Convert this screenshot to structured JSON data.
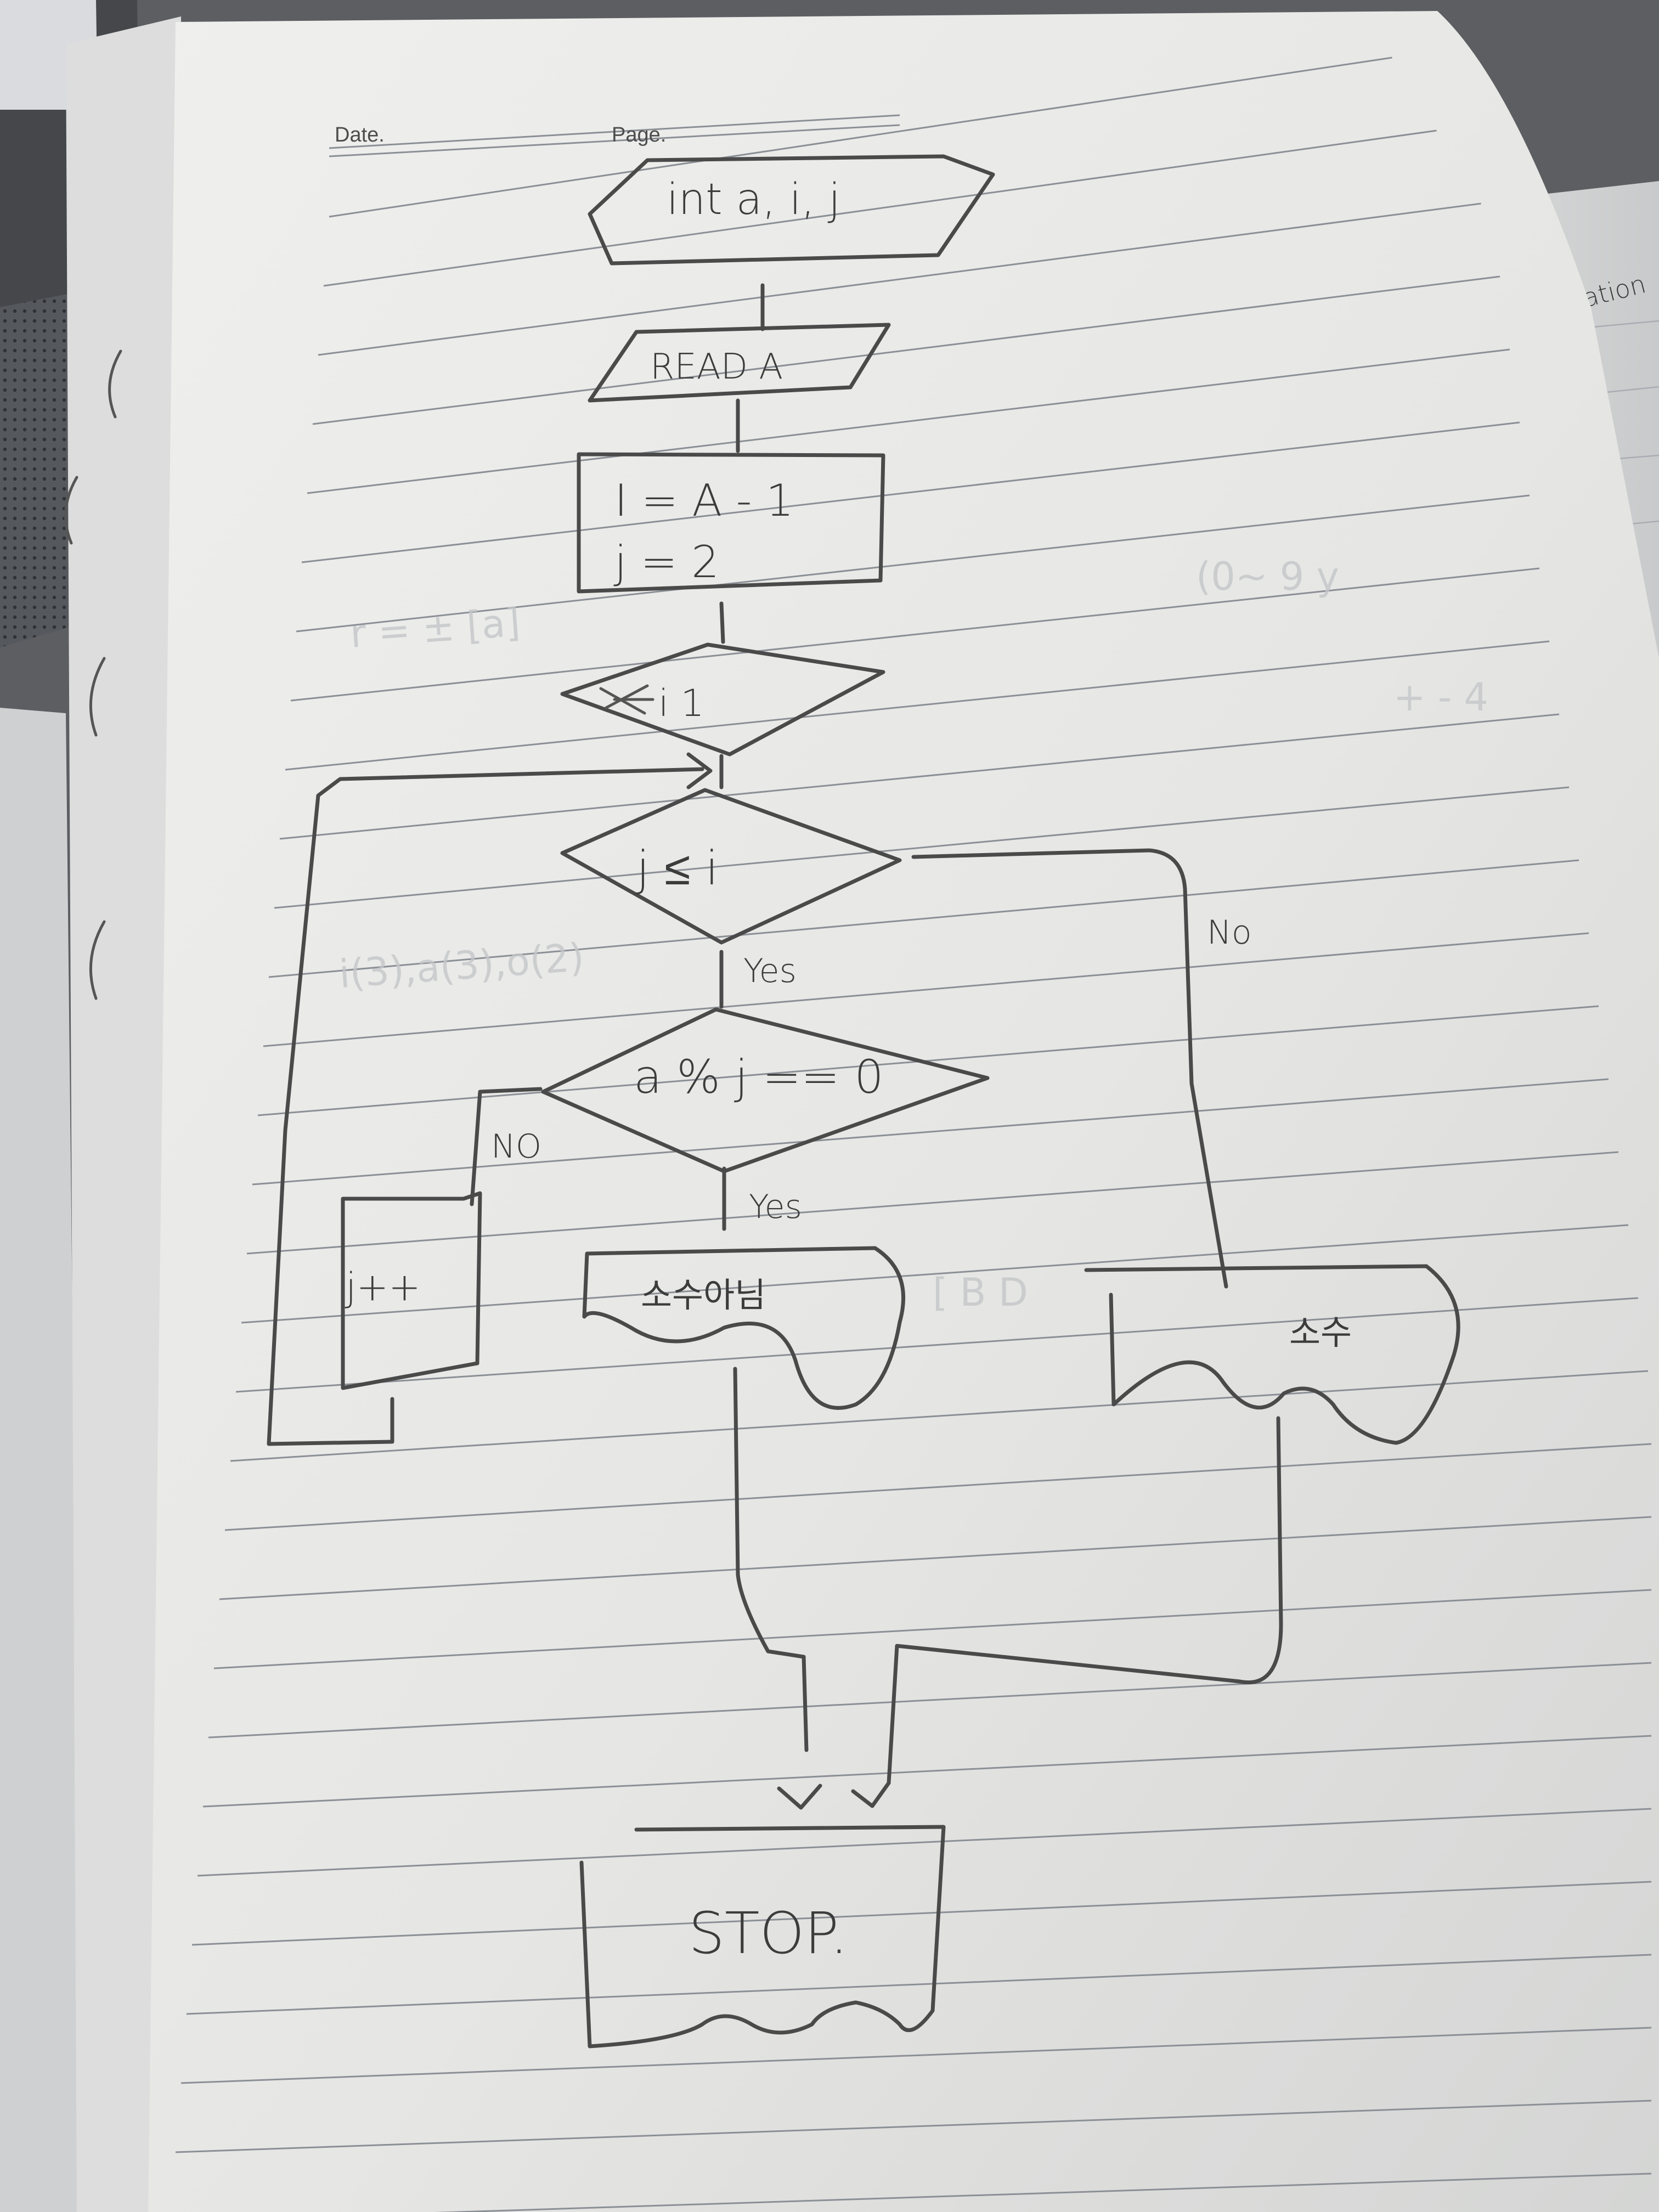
{
  "page_header": {
    "date_label": "Date.",
    "page_label": "Page."
  },
  "flowchart": {
    "declare": "int a, i, j",
    "read": "READ A",
    "assign_i": "I = A - 1",
    "assign_j": "j = 2",
    "prep": "i 1",
    "loop_condition": "j ≤ i",
    "modulo_condition": "a % j == 0",
    "increment": "j++",
    "output_composite": "소수아님",
    "output_prime": "소수",
    "terminal": "STOP.",
    "edges": {
      "loop_yes": "Yes",
      "loop_no": "No",
      "mod_yes": "Yes",
      "mod_no": "NO"
    }
  },
  "colors": {
    "paper": "#e9e9e7",
    "pencil": "#4a4a4a",
    "ruling": "#8b8f96",
    "desk": "#4a4c50"
  }
}
